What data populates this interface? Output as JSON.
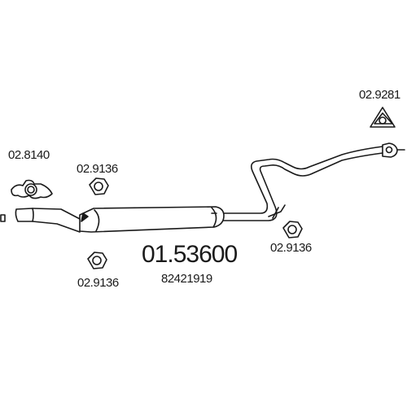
{
  "part_number": "01.53600",
  "oem_number": "82421919",
  "labels": {
    "gasket_front": "02.8140",
    "clamp_upper_left": "02.9136",
    "clamp_lower_left": "02.9136",
    "clamp_right": "02.9136",
    "gasket_rear": "02.9281"
  },
  "colors": {
    "line": "#1a1a1a",
    "background": "#ffffff"
  }
}
